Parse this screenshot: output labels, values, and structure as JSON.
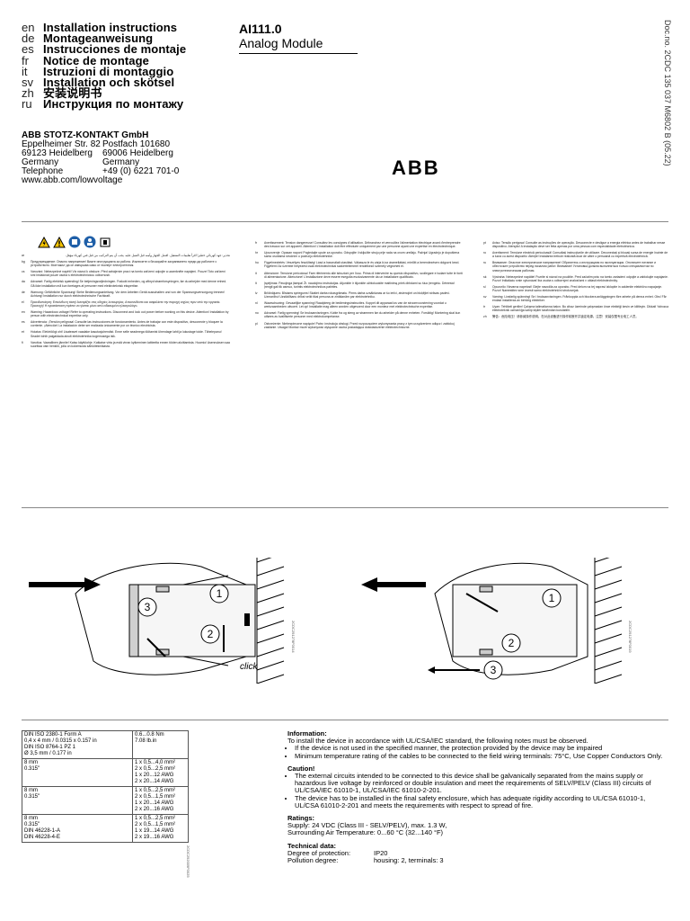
{
  "languages": [
    {
      "code": "en",
      "title": "Installation instructions"
    },
    {
      "code": "de",
      "title": "Montageanweisung"
    },
    {
      "code": "es",
      "title": "Instrucciones de montaje"
    },
    {
      "code": "fr",
      "title": "Notice de montage"
    },
    {
      "code": "it",
      "title": "Istruzioni di montaggio"
    },
    {
      "code": "sv",
      "title": "Installation och skötsel"
    },
    {
      "code": "zh",
      "title": "安装说明书"
    },
    {
      "code": "ru",
      "title": "Инструкция по монтажу"
    }
  ],
  "product": {
    "code": "AI111.0",
    "name": "Analog Module"
  },
  "doc_no": "Doc.no. 2CDC 135 037 M6802 B (05.22)",
  "company": {
    "name": "ABB STOTZ-KONTAKT GmbH",
    "address": [
      {
        "left": "Eppelheimer Str. 82",
        "right": "Postfach 101680"
      },
      {
        "left": "69123 Heidelberg",
        "right": "69006 Heidelberg"
      },
      {
        "left": "Germany",
        "right": "Germany"
      },
      {
        "left": "Telephone",
        "right": "+49 (0) 6221 701-0"
      }
    ],
    "web": "www.abb.com/lowvoltage"
  },
  "logo_text": "ABB",
  "warnings": {
    "col1": [
      {
        "code": "ar",
        "text": "تحذير: جهد كهربائي خطير! اقرأ تعليمات التشغيل. افصل الجهاز وأمنه قبل العمل عليه. يجب أن يتم التركيب من قبل فني كهرباء مؤهل."
      },
      {
        "code": "bg",
        "text": "Предупреждение: Опасно напрежение! Вижте инструкцията за работа. Изключете и блокирайте захранването преди да работите с устройството. Монтажът да се извършва само от експерт електротехник."
      },
      {
        "code": "cs",
        "text": "Varování: Nebezpečné napětí! Viz návod k obsluze. Před zahájením prací na tomto zařízení odpojte a uzamkněte napájení. Pouze! Toto zařízení smí instalovat pouze osoba s elektrotechnickou odborností."
      },
      {
        "code": "da",
        "text": "Advarsel: Farlig elektrisk spænding! Se betjeningsvejledningen. Frakobl enheden, og afbryd strømforsyningen, før du arbejder med denne enhed. Gå ikke installation må kun foretages af personer med elektroteknisk ekspertise."
      },
      {
        "code": "de",
        "text": "Warnung: Gefährliche Spannung! Siehe Bedienungsanleitung. Vor dem Arbeiten Gerät ausschalten und von der Spannungsversorgung trennen! Achtung! Installation nur durch elektrotechnische Fachkraft."
      },
      {
        "code": "el",
        "text": "Προειδοποίηση: Επικίνδυνη τάση! Ανατρέξτε στις οδηγίες λειτουργίας. Αποσυνδέστε και ασφαλίστε την παροχή ισχύος πριν από την εργασία. Προσοχή! Η εγκατάσταση πρέπει να γίνεται μόνο από ειδικευμένο ηλεκτρολόγο."
      },
      {
        "code": "en",
        "text": "Warning: Hazardous voltage! Refer to operating instructions. Disconnect and lock out power before working on this device. Attention! Installation by person with electrotechnical expertise only."
      },
      {
        "code": "es",
        "text": "Advertencia: ¡Tensión peligrosa! Consulte las instrucciones de funcionamiento. Antes de trabajar con este dispositivo, desconecte y bloquee la corriente. ¡Atención! La instalación debe ser realizada únicamente por un técnico electricista."
      },
      {
        "code": "et",
        "text": "Hoiatus: Elektriöögi oht! Lisateavet vaadake kasutusjuhendist. Enne selle seadmega töötamist ühendage lahti ja lukustage toide. Tähelepanu! Seadet tohib paigaldada ainult elektrotehnika kogemusega isik."
      },
      {
        "code": "fi",
        "text": "Varoitus: Vaarallinen jännite! Katso käyttöohje. Katkaise virta ja estä virran kytkeminen laitteelta ennen töiden aloittamista. Huomio! Asennuksen saa suorittaa vain henkilö, jolla on kokemusta sähkötekniikasta."
      }
    ],
    "col2": [
      {
        "code": "fr",
        "text": "Avertissement: Tension dangereuse! Consultez les consignes d'utilisation. Débranchez et verrouillez l'alimentation électrique avant d'entreprendre des travaux sur cet appareil. Attention! L'installation doit être effectuée uniquement par une personne ayant une expertise en électrotechnique."
      },
      {
        "code": "hr",
        "text": "Upozorenje: Opasan napon! Pogledajte upute za uporabu. Odspojite i isključite struju prije rada na ovom uređaju. Pažnja! Ugradnju je dopuštena samo osobama stručnim u području elektrotehnike."
      },
      {
        "code": "hu",
        "text": "Figyelmeztetés: Veszélyes feszültség! Lásd a használati utasítást. Válassza le és zárja ki az áramellátást, mielőtt a berendezésen dolgozni kezd. Figyelem! Az üzembe helyezést csak elektrotechnikai szakértelemmel rendelkező személy végezheti el."
      },
      {
        "code": "it",
        "text": "Attenzione: Tensione pericolosa! Fare riferimento alle istruzioni per l'uso. Prima di intervenire su questo dispositivo, scollegare e isolare tutte le fonti di alimentazione. Attenzione! L'installazione deve essere eseguita esclusivamente da un installatore qualificato."
      },
      {
        "code": "lt",
        "text": "Įspėjimas: Pavojinga įtampa! Žr. naudojimo instrukcijas. Atjunkite ir išjunkite užblokuokite maitinimą prieš dirbdami su šiuo įrenginiu. Dėmesio! Įrengti gali tik asmuo, turintis elektrotechnikos patirties."
      },
      {
        "code": "lv",
        "text": "Brīdinājums: Bīstams spriegums! Skatiet darba rokasgrāmatu. Pirms darba uzsākšanas ar šo ierīci, atvienojiet un bloķējiet strāvas padevi. Uzmanību! Uzstādīšanu drīkst veikt tikai persona ar zināšanām par elektrotehniku."
      },
      {
        "code": "nl",
        "text": "Waarschuwing: Gevaarlijke spanning! Raadpleeg de bedieningsinstructies. Koppel dit apparaat los van de stroomvoorziening voordat u werkzaamheden uitvoert. Let op! Installatie mag alleen worden uitgevoerd door een monteur met elektrotechnische expertise."
      },
      {
        "code": "no",
        "text": "Advarsel: Farlig spenning! Se bruksanvisningen. Koble fra og steng av strømmen før du arbeider på denne enheten. Forsiktig! Montering skal kun utføres av kvalifiserte personer med elektrokompetanse."
      },
      {
        "code": "pl",
        "text": "Ostrzeżenie: Niebezpieczne napięcie! Patrz: instrukcja obsługi. Przed rozpoczęciem wykonywania pracy z tym urządzeniem odłącz i zablokuj zasilanie. Uwaga! Montaż może wykonywać wyłącznie osoba posiadająca doświadczenie elektrotechniczne."
      }
    ],
    "col3": [
      {
        "code": "pt",
        "text": "Aviso: Tensão perigosa! Consulte as instruções de operação. Desconecte e desligue a energia elétrica antes de trabalhar nesse dispositivo. Atenção! A instalação deve ser feita apenas por uma pessoa com especialidade eletrotécnica."
      },
      {
        "code": "ro",
        "text": "Avertisment: Tensiune electrică periculoasă! Consultaţi instrucţiunile de utilizare. Deconectaţi şi blocaţi sursa de energie înainte de a lucra cu acest dispozitiv. Atenţie! Instalarea trebuie realizată doar de către o persoană cu expertiză electrotehnică."
      },
      {
        "code": "ru",
        "text": "Внимание: Опасное электрическое напряжение! Обратитесь к инструкциям по эксплуатации. Отключите питание и обесточьте устройство перед началом работ. Внимание! Установка должна выполняться только специалистом по электротехническим работам."
      },
      {
        "code": "sk",
        "text": "Výstraha: Nebezpečné napätie! Pozrite si návod na použitie. Pred začatím prác na tomto zariadení odpojte a zablokujte napájanie. Pozor! Inštaláciu smie vykonávať iba osoba s odbornými znalosťami v oblasti elektrotechniky."
      },
      {
        "code": "sl",
        "text": "Opozorilo: Nevarna napetost! Glejte navodila za uporabo. Pred delom na tej napravi izklopite in zaklenite električno napajanje. Pozor! Namestitev sme izvesti samo elektrotehnični strokovnjak."
      },
      {
        "code": "sv",
        "text": "Varning: Livsfarlig spänning! Se i bruksanvisningen. Frånkoppla och blockera anläggningen före arbete på denna enhet. Obs! Får endast installeras av behörig elektriker."
      },
      {
        "code": "tr",
        "text": "Uyarı: Tehlikeli gerilim! Çalışma talimatlarına bakın. Bu cihaz üzerinde çalışmadan önce elektriği kesin ve kilitleyin. Dikkat! Yalnızca elektroteknik uzmanlığa sahip kişiler tarafından kurulabilir."
      },
      {
        "code": "zh",
        "text": "警告：危险电压！请参阅操作说明。在对此设备进行操作前断开并锁定电源。注意！安装仅限专业电工人员。"
      }
    ]
  },
  "figures": {
    "left": {
      "click_label": "click",
      "ref": "2CDC291278F0014",
      "steps": [
        "1",
        "2",
        "3"
      ]
    },
    "right": {
      "ref": "2CDC291278F0019",
      "steps": [
        "1",
        "2",
        "3"
      ]
    }
  },
  "spec_table": {
    "rows": [
      {
        "left": [
          "DIN ISO 2380-1 Form A",
          "0,4 x 4 mm / 0.0315 x 0.157 in",
          "DIN ISO 8764-1 PZ 1",
          "Ø 3,5 mm / 0.177 in"
        ],
        "right": [
          "0.6...0.8 Nm",
          "7.08 lb.in"
        ]
      },
      {
        "left": [
          "8 mm",
          "0.315\""
        ],
        "right": [
          "1 x 0,5...4,0 mm²",
          "2 x 0,5...2,5 mm²",
          "1 x 20...12 AWG",
          "2 x 20...14 AWG"
        ]
      },
      {
        "left": [
          "8 mm",
          "0.315\""
        ],
        "right": [
          "1 x 0,5...2,5 mm²",
          "2 x 0,5...1,5 mm²",
          "1 x 20...14 AWG",
          "2 x 20...16 AWG"
        ]
      },
      {
        "left": [
          "8 mm",
          "0.315\"",
          "DIN 46228-1-A",
          "DIN 46228-4-E"
        ],
        "right": [
          "1 x 0,5...2,5 mm²",
          "2 x 0,5...1,5 mm²",
          "1 x 19...14 AWG",
          "2 x 19...16 AWG"
        ]
      }
    ],
    "ref": "2CDC292009F0025"
  },
  "information": {
    "heading": "Information:",
    "intro": "To install the device in accordance with UL/CSA/IEC standard, the following notes must be observed.",
    "items": [
      "If the device is not used in the specified manner, the protection provided by the device may be impaired",
      "Minimum temperature rating of the cables to be connected to the field wiring terminals: 75°C, Use Copper Conductors Only."
    ]
  },
  "caution": {
    "heading": "Caution!",
    "items": [
      "The external circuits intended to be connected to this device shall be galvanically separated from the mains supply or hazardous live voltage by reinforced or double insulation and meet the requirements of SELV/PELV (Class III) circuits of UL/CSA/IEC 61010-1, UL/CSA/IEC 61010-2-201.",
      "The device has to be installed in the final safety enclosure, which has adequate rigidity according to UL/CSA 61010-1, UL/CSA 61010-2-201 and meets the requirements with respect to spread of fire."
    ]
  },
  "ratings": {
    "heading": "Ratings:",
    "lines": [
      "Supply: 24 VDC (Class III - SELV/PELV), max. 1.3 W,",
      "Surrounding Air Temperature: 0...60 °C (32...140 °F)"
    ]
  },
  "technical": {
    "heading": "Technical data:",
    "rows": [
      {
        "label": "Degree of protection:",
        "value": "IP20"
      },
      {
        "label": "Pollution degree:",
        "value": "housing: 2, terminals: 3"
      }
    ]
  }
}
